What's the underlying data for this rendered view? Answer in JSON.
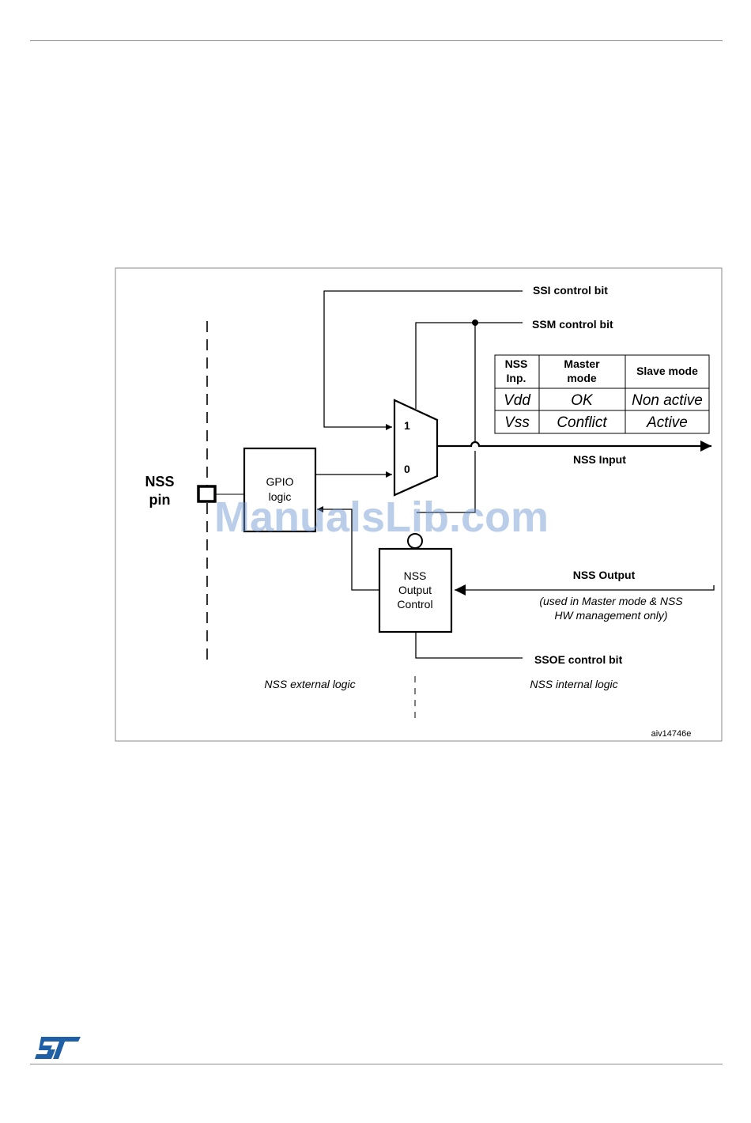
{
  "watermark": "ManualsLib.com",
  "diagram": {
    "ssi_label": "SSI control bit",
    "ssm_label": "SSM control bit",
    "nss_pin_line1": "NSS",
    "nss_pin_line2": "pin",
    "gpio_line1": "GPIO",
    "gpio_line2": "logic",
    "mux_in1": "1",
    "mux_in0": "0",
    "nss_input_label": "NSS Input",
    "nss_output_label": "NSS Output",
    "nss_output_note_line1": "(used in Master mode & NSS",
    "nss_output_note_line2": "HW management only)",
    "output_control_line1": "NSS",
    "output_control_line2": "Output",
    "output_control_line3": "Control",
    "ssoe_label": "SSOE control bit",
    "external_logic": "NSS external logic",
    "internal_logic": "NSS internal logic",
    "figure_id": "aiv14746e"
  },
  "table": {
    "headers": [
      {
        "line1": "NSS",
        "line2": "Inp."
      },
      {
        "line1": "Master",
        "line2": "mode"
      },
      {
        "line1": "Slave mode",
        "line2": ""
      }
    ],
    "rows": [
      [
        "Vdd",
        "OK",
        "Non active"
      ],
      [
        "Vss",
        "Conflict",
        "Active"
      ]
    ]
  },
  "logo": "ST"
}
